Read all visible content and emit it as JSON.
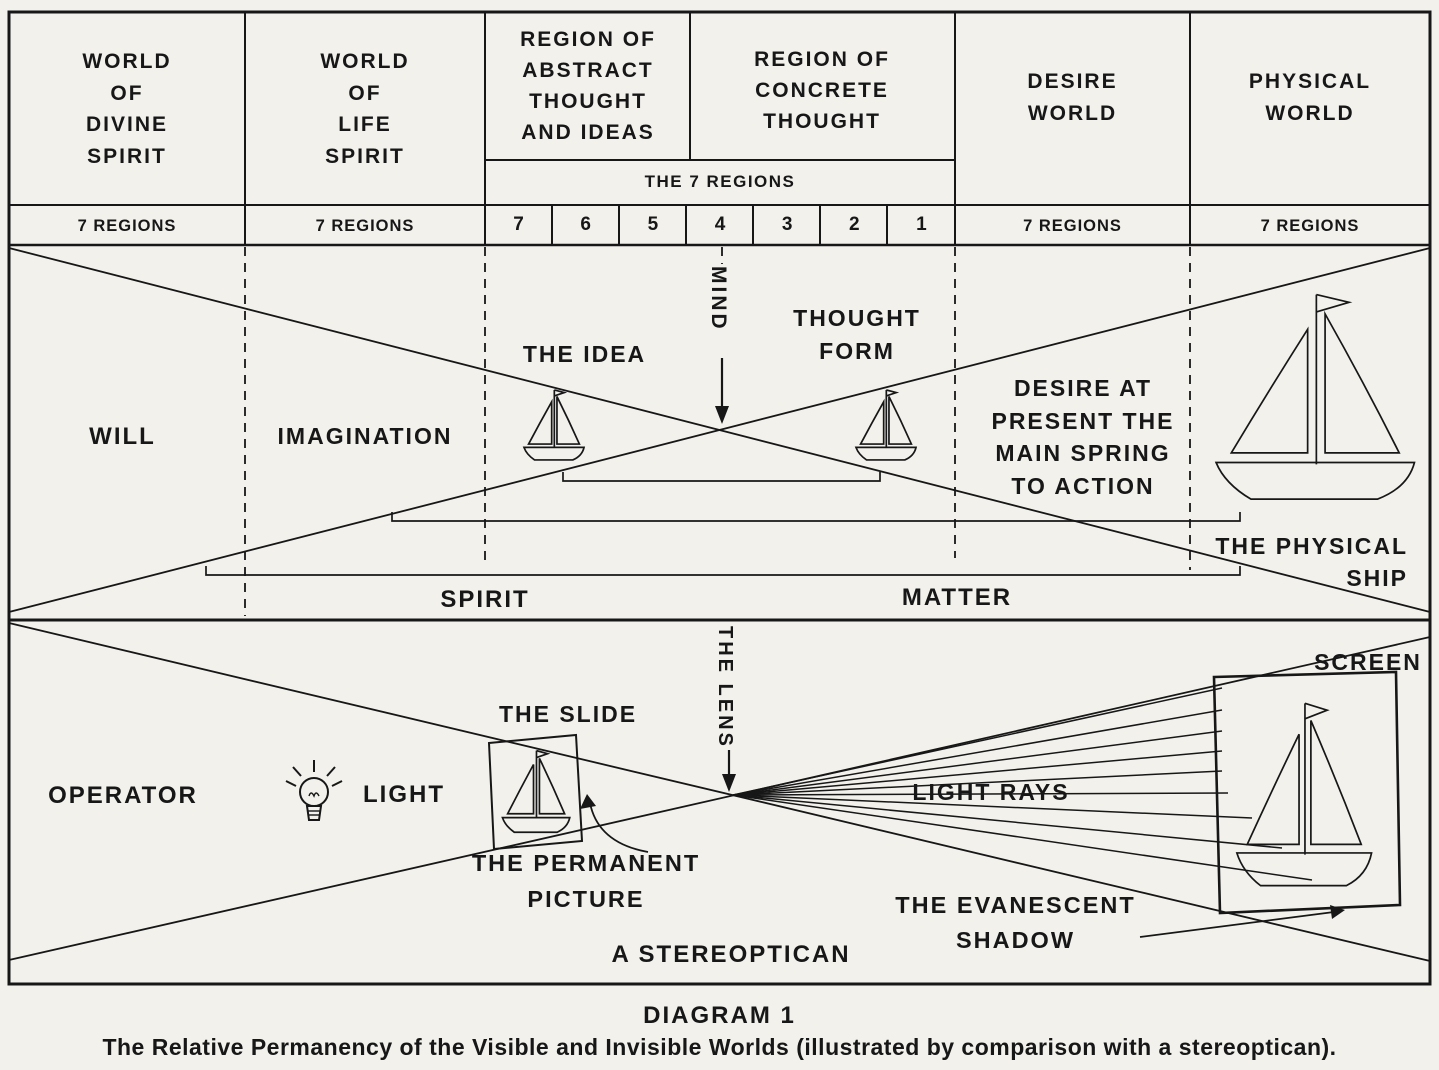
{
  "palette": {
    "paper": "#f2f1ec",
    "ink": "#171717"
  },
  "header": {
    "columns": [
      {
        "title": "WORLD\nOF\nDIVINE\nSPIRIT",
        "regions_label": "7 REGIONS"
      },
      {
        "title": "WORLD\nOF\nLIFE\nSPIRIT",
        "regions_label": "7 REGIONS"
      },
      {
        "title": "REGION OF\nABSTRACT\nTHOUGHT\nAND IDEAS"
      },
      {
        "title": "REGION OF\nCONCRETE\nTHOUGHT"
      },
      {
        "title": "DESIRE\nWORLD",
        "regions_label": "7 REGIONS"
      },
      {
        "title": "PHYSICAL\nWORLD",
        "regions_label": "7 REGIONS"
      }
    ],
    "seven_regions_band": {
      "label": "THE 7 REGIONS",
      "numbers": [
        "7",
        "6",
        "5",
        "4",
        "3",
        "2",
        "1"
      ]
    }
  },
  "upper_world": {
    "will": "WILL",
    "imagination": "IMAGINATION",
    "the_idea": "THE IDEA",
    "mind": "MIND",
    "thought_form": "THOUGHT\nFORM",
    "desire_note": "DESIRE AT\nPRESENT THE\nMAIN SPRING\nTO ACTION",
    "physical_ship": "THE PHYSICAL\nSHIP",
    "spirit": "SPIRIT",
    "matter": "MATTER"
  },
  "stereopticon": {
    "operator": "OPERATOR",
    "light": "LIGHT",
    "the_slide": "THE SLIDE",
    "the_lens": "THE LENS",
    "light_rays": "LIGHT RAYS",
    "screen": "SCREEN",
    "permanent_picture": "THE PERMANENT\nPICTURE",
    "evanescent_shadow": "THE EVANESCENT\nSHADOW",
    "stereoptican": "A STEREOPTICAN"
  },
  "caption": {
    "title": "DIAGRAM 1",
    "subtitle": "The Relative Permanency of the Visible and Invisible Worlds (illustrated by comparison with a stereoptican)."
  },
  "icons": [
    "sailboat-icon",
    "lightbulb-icon",
    "down-arrow-icon",
    "curved-arrow-icon",
    "right-arrow-icon"
  ]
}
